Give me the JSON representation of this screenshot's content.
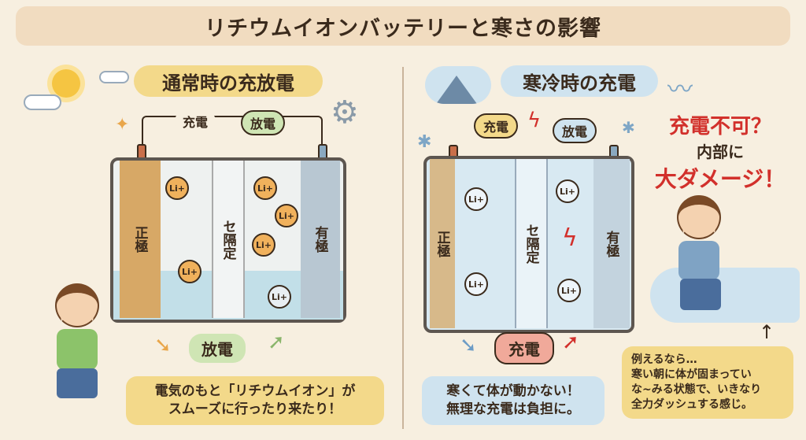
{
  "title": "リチウムイオンバッテリーと寒さの影響",
  "left": {
    "heading": "通常時の充放電",
    "charge_label": "充電",
    "discharge_label": "放電",
    "positive": "正極",
    "separator": "セ隔定",
    "negative": "有極",
    "ion": "Li+",
    "bottom_label": "放電",
    "caption": [
      "電気のもと「リチウムイオン」が",
      "スムーズに行ったり来たり！"
    ]
  },
  "right": {
    "heading": "寒冷時の充電",
    "charge_label": "充電",
    "discharge_label": "放電",
    "positive": "正極",
    "separator": "セ隔定",
    "negative": "有極",
    "ion": "Li+",
    "bottom_label": "充電",
    "caption": [
      "寒くて体が動かない！",
      "無理な充電は負担に。"
    ],
    "warning": [
      "充電不可？",
      "内部に",
      "大ダメージ！"
    ],
    "example": [
      "例えるなら…",
      "寒い朝に体が固まってい",
      "な~みる状態で、いきなり",
      "全力ダッシュする感じ。"
    ]
  },
  "colors": {
    "warm": "#f3d98a",
    "cold": "#cfe3ef",
    "red": "#d2302b",
    "orange": "#e9a64a"
  }
}
